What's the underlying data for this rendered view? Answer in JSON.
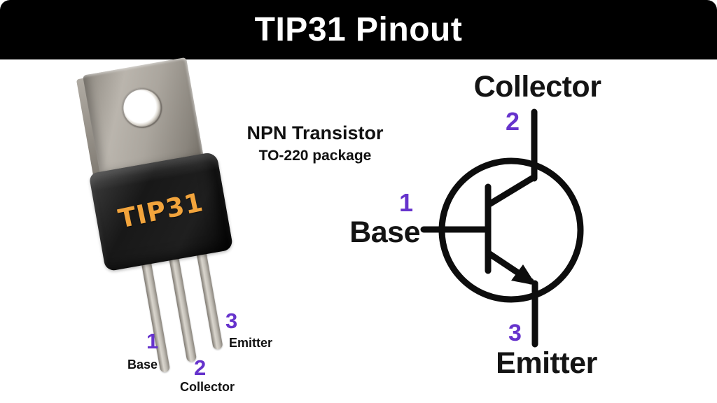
{
  "header": {
    "title": "TIP31 Pinout",
    "bg_color": "#000000",
    "text_color": "#ffffff"
  },
  "colors": {
    "pin_number_purple": "#6633cc",
    "chip_marking_orange": "#f2a43c",
    "schematic_black": "#141414",
    "background": "#ffffff"
  },
  "description": {
    "line1": "NPN Transistor",
    "line2": "TO-220 package"
  },
  "photo": {
    "chip_marking": "TIP31",
    "pins": [
      {
        "number": "1",
        "name": "Base"
      },
      {
        "number": "2",
        "name": "Collector"
      },
      {
        "number": "3",
        "name": "Emitter"
      }
    ]
  },
  "schematic": {
    "type": "NPN transistor symbol",
    "collector": {
      "number": "2",
      "label": "Collector"
    },
    "base": {
      "number": "1",
      "label": "Base"
    },
    "emitter": {
      "number": "3",
      "label": "Emitter"
    }
  }
}
